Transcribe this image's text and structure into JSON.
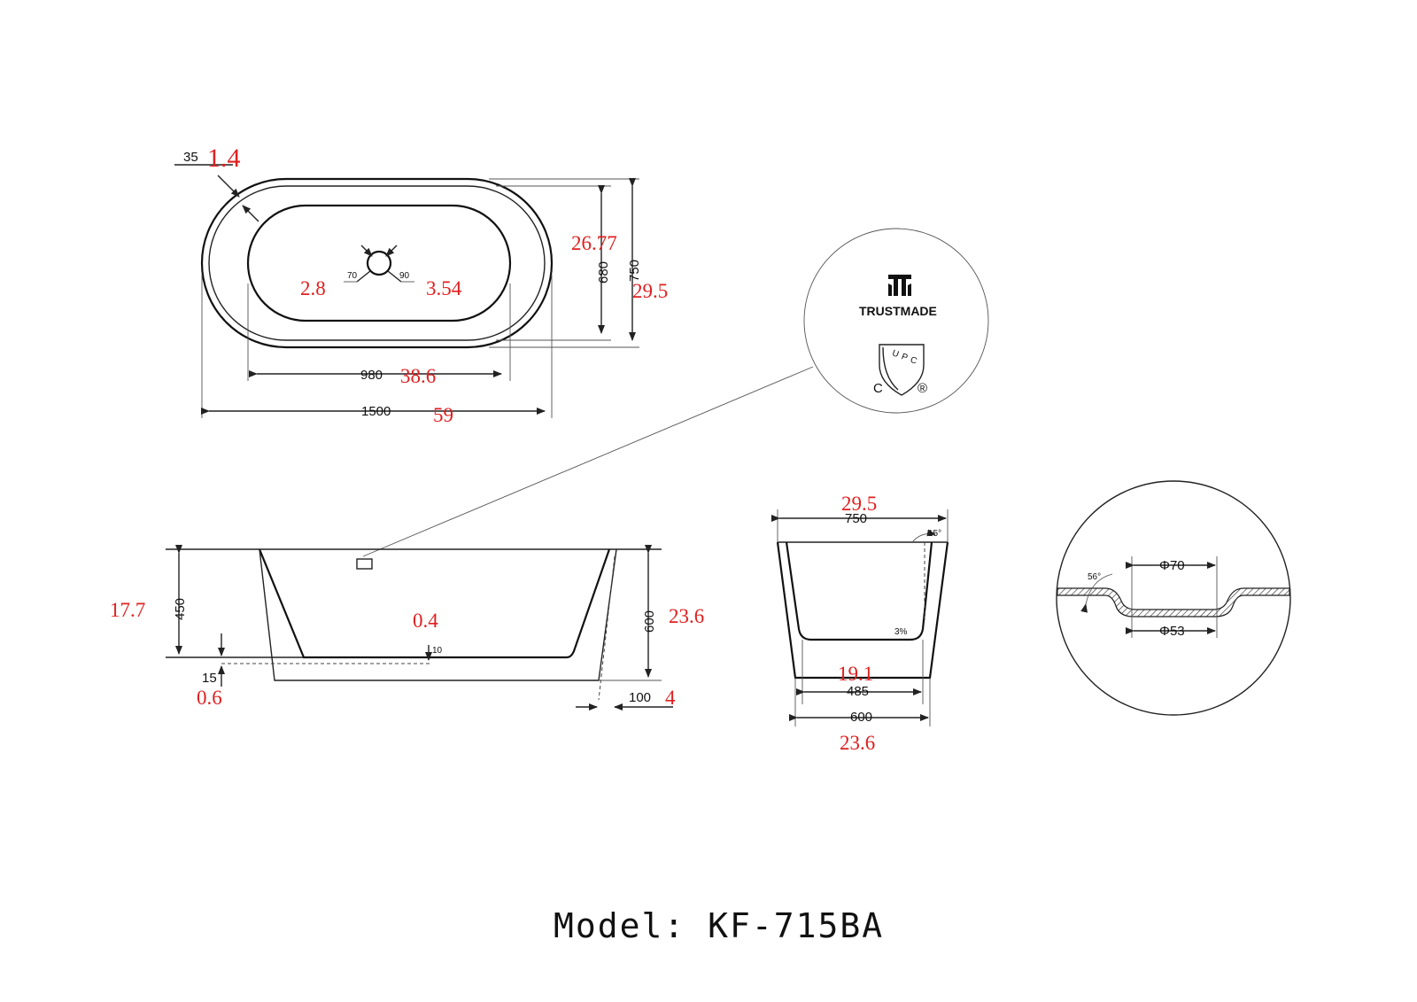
{
  "model_label": "Model: KF-715BA",
  "colors": {
    "line": "#222222",
    "annotation_red": "#e02020",
    "background": "#ffffff"
  },
  "top_view": {
    "rim_mm": "35",
    "rim_in": "1.4",
    "inner_length_mm": "980",
    "inner_length_in": "38.6",
    "overall_length_mm": "1500",
    "overall_length_in": "59",
    "inner_width_mm": "680",
    "inner_width_in": "26.77",
    "overall_width_mm": "750",
    "overall_width_in": "29.5",
    "drain_left_mm": "70",
    "drain_left_in": "2.8",
    "drain_right_mm": "90",
    "drain_right_in": "3.54"
  },
  "badge": {
    "brand": "TRUSTMADE",
    "cert_letters": "UPC",
    "cert_c": "C",
    "cert_r": "®"
  },
  "side_view": {
    "inner_depth_mm": "450",
    "inner_depth_in": "17.7",
    "overall_height_mm": "600",
    "overall_height_in": "23.6",
    "floor_gap_mm": "15",
    "floor_gap_in": "0.6",
    "slope_mm": "10",
    "slope_in": "0.4",
    "base_offset_mm": "100",
    "base_offset_in": "4"
  },
  "end_view": {
    "top_width_mm": "750",
    "top_width_in": "29.5",
    "angle": "15°",
    "floor_slope": "3%",
    "inner_base_mm": "485",
    "inner_base_in": "19.1",
    "base_width_mm": "600",
    "base_width_in": "23.6"
  },
  "drain_detail": {
    "angle": "56°",
    "outer_dia": "Φ70",
    "inner_dia": "Φ53"
  }
}
